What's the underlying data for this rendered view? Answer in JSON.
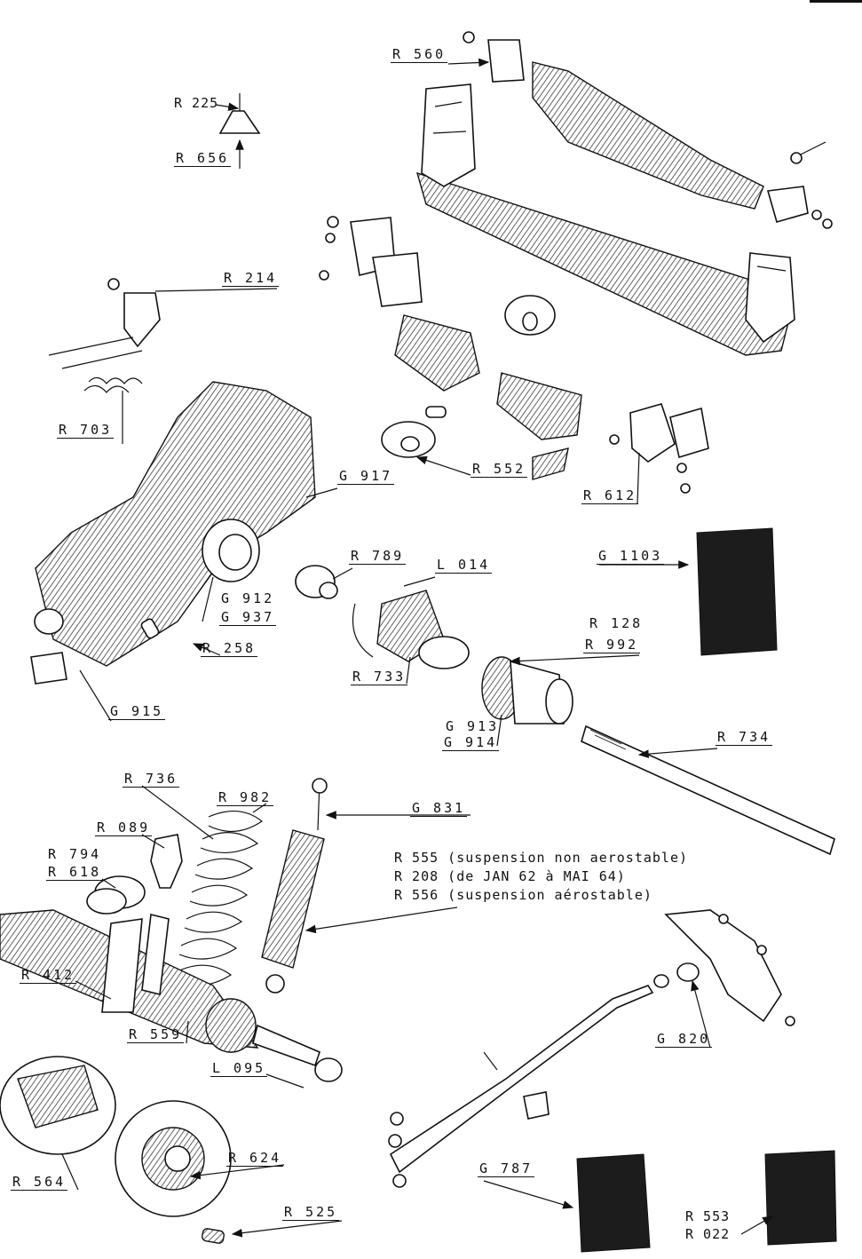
{
  "labels": {
    "r560": "R 560",
    "r225": "R 225",
    "r656": "R 656",
    "r214": "R 214",
    "r703": "R 703",
    "r552": "R 552",
    "r612": "R 612",
    "g917": "G 917",
    "g1103": "G 1103",
    "r789": "R 789",
    "l014": "L 014",
    "g912": "G 912",
    "g937": "G 937",
    "r258": "R 258",
    "r128": "R 128",
    "r992": "R 992",
    "r733": "R 733",
    "g915": "G 915",
    "g913": "G 913",
    "g914": "G 914",
    "r734": "R 734",
    "r736": "R 736",
    "r982": "R 982",
    "g831": "G 831",
    "r089": "R 089",
    "r794": "R 794",
    "r618": "R 618",
    "r555": "R 555 (suspension non aerostable)",
    "r208": "R 208 (de JAN 62 à MAI 64)",
    "r556": "R 556 (suspension aérostable)",
    "r412": "R 412",
    "r559": "R 559",
    "g820": "G 820",
    "l095": "L 095",
    "r564": "R 564",
    "r624": "R 624",
    "g787": "G 787",
    "r525": "R 525",
    "r553": "R 553",
    "r022": "R 022"
  }
}
